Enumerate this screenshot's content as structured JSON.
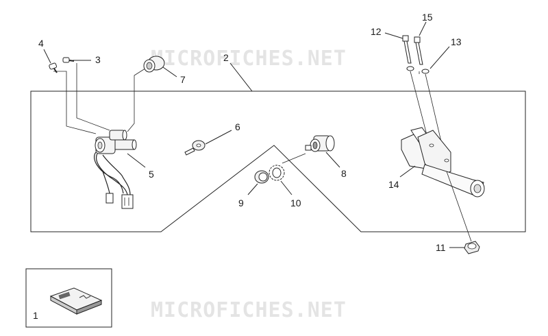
{
  "watermark": {
    "text": "MICROFICHES.NET"
  },
  "labels": {
    "l1": "1",
    "l2": "2",
    "l3": "3",
    "l4": "4",
    "l5": "5",
    "l6": "6",
    "l7": "7",
    "l8": "8",
    "l9": "9",
    "l10": "10",
    "l11": "11",
    "l12": "12",
    "l13": "13",
    "l14": "14",
    "l15": "15"
  }
}
